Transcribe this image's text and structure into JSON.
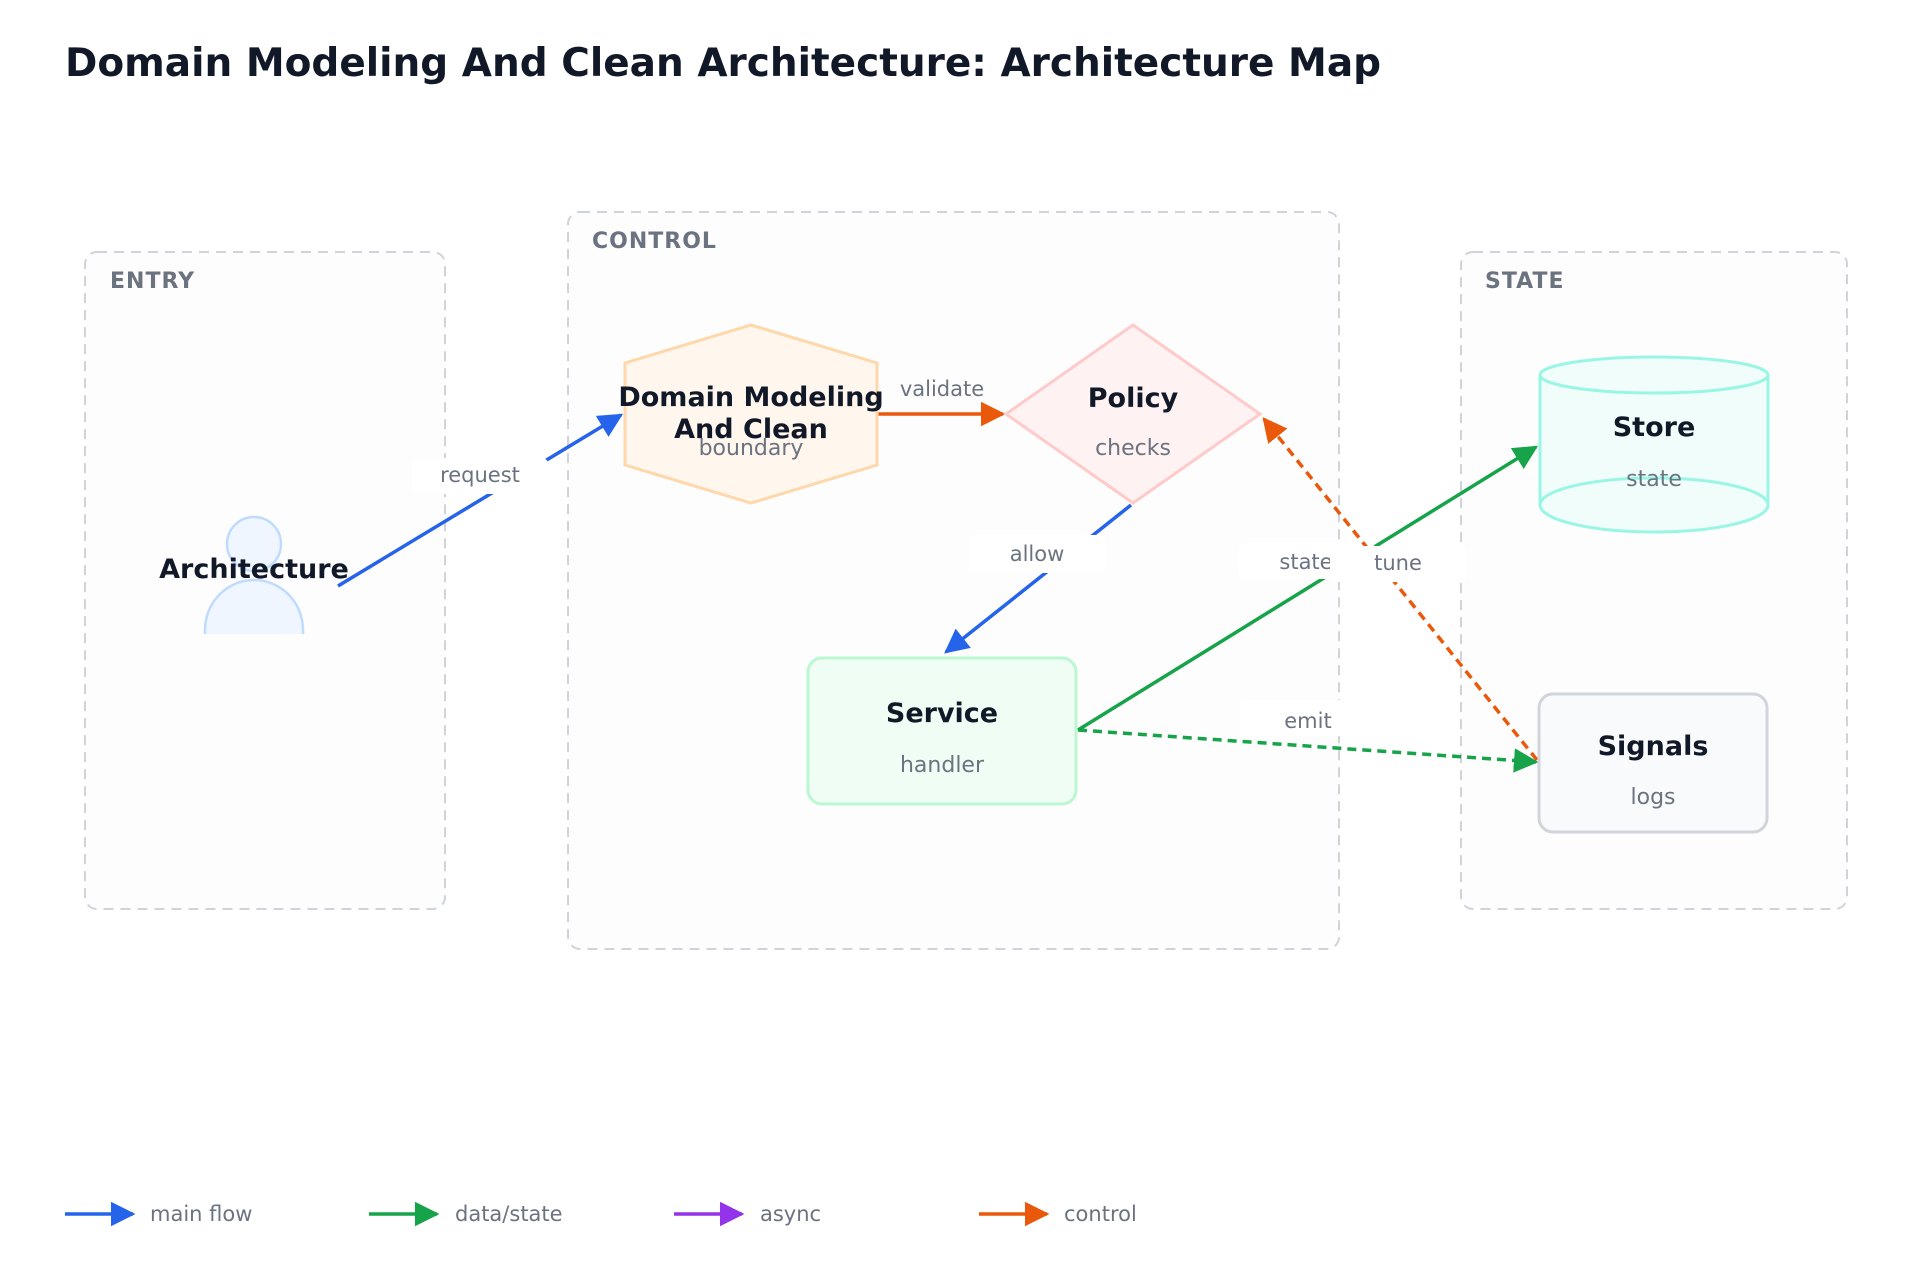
{
  "title": "Domain Modeling And Clean Architecture: Architecture Map",
  "colors": {
    "main_flow": "#2563eb",
    "data_state": "#16a34a",
    "async": "#9333ea",
    "control": "#ea580c"
  },
  "groups": {
    "entry": {
      "label": "ENTRY"
    },
    "control": {
      "label": "CONTROL"
    },
    "state": {
      "label": "STATE"
    }
  },
  "nodes": {
    "actor": {
      "title": "Architecture",
      "icon": "person-icon"
    },
    "boundary": {
      "title_line1": "Domain Modeling",
      "title_line2": "And Clean",
      "subtitle": "boundary"
    },
    "policy": {
      "title": "Policy",
      "subtitle": "checks"
    },
    "service": {
      "title": "Service",
      "subtitle": "handler"
    },
    "store": {
      "title": "Store",
      "subtitle": "state"
    },
    "signals": {
      "title": "Signals",
      "subtitle": "logs"
    }
  },
  "edges": {
    "request": "request",
    "validate": "validate",
    "allow": "allow",
    "state": "state",
    "tune": "tune",
    "emit": "emit"
  },
  "legend": [
    {
      "label": "main flow",
      "color": "#2563eb"
    },
    {
      "label": "data/state",
      "color": "#16a34a"
    },
    {
      "label": "async",
      "color": "#9333ea"
    },
    {
      "label": "control",
      "color": "#ea580c"
    }
  ]
}
